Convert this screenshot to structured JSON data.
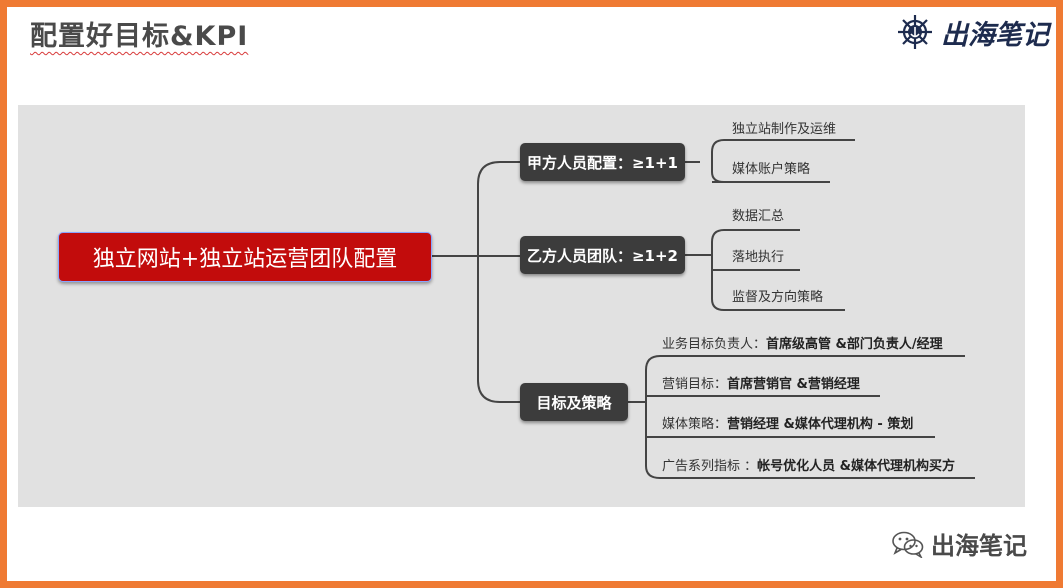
{
  "header": {
    "title": "配置好目标&KPI",
    "brand": "出海笔记"
  },
  "mindmap": {
    "root": "独立网站+独立站运营团队配置",
    "branches": [
      {
        "label": "甲方人员配置：≥1+1",
        "leaves": [
          "独立站制作及运维",
          "媒体账户策略"
        ]
      },
      {
        "label": "乙方人员团队：≥1+2",
        "leaves": [
          "数据汇总",
          "落地执行",
          "监督及方向策略"
        ]
      },
      {
        "label": "目标及策略",
        "leaves": [
          {
            "prefix": "业务目标负责人：",
            "bold": "首席级高管 &部门负责人/经理"
          },
          {
            "prefix": "营销目标：",
            "bold": "首席营销官 &营销经理"
          },
          {
            "prefix": "媒体策略：",
            "bold": "营销经理 &媒体代理机构 - 策划"
          },
          {
            "prefix": "广告系列指标 ：",
            "bold": "帐号优化人员 &媒体代理机构买方"
          }
        ]
      }
    ]
  },
  "watermark": {
    "text": "出海笔记",
    "icon": "wechat-icon"
  },
  "colors": {
    "frame": "#ef7a33",
    "panel": "#e1e1e1",
    "root": "#c20c0c",
    "branch": "#3c3c3c",
    "brand": "#1d2b4e"
  }
}
